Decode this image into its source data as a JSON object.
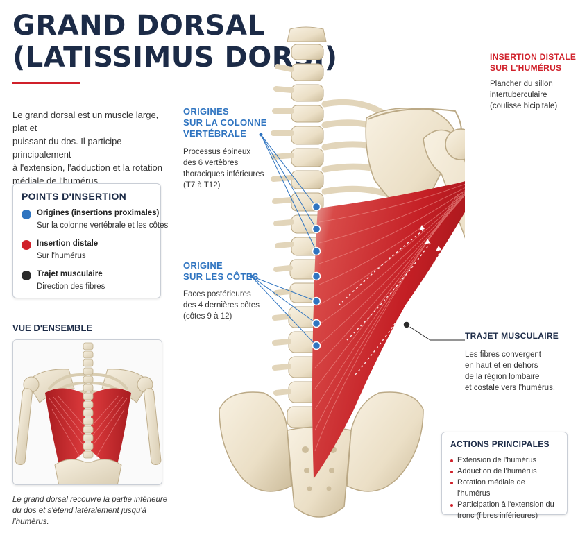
{
  "title": {
    "line1": "GRAND DORSAL",
    "line2": "(LATISSIMUS DORSI)"
  },
  "intro": [
    "Le grand dorsal est un muscle large, plat et",
    "puissant du dos. Il participe principalement",
    "à l'extension, l'adduction et la rotation",
    "médiale de l'humérus."
  ],
  "points": {
    "title": "POINTS D'INSERTION",
    "items": [
      {
        "label": "Origines (insertions proximales)",
        "detail": "Sur la colonne vertébrale et les côtes",
        "color": "#2f74c0"
      },
      {
        "label": "Insertion distale",
        "detail": "Sur l'humérus",
        "color": "#d0202a"
      },
      {
        "label": "Trajet musculaire",
        "detail": "Direction des fibres",
        "color": "#2b2b2b"
      }
    ]
  },
  "overview": {
    "title": "VUE D'ENSEMBLE",
    "caption": [
      "Le grand dorsal recouvre la partie inférieure",
      "du dos et s'étend latéralement jusqu'à l'humérus."
    ]
  },
  "callouts": {
    "spine": {
      "title": [
        "ORIGINES",
        "SUR LA COLONNE",
        "VERTÉBRALE"
      ],
      "body": [
        "Processus épineux",
        "des 6 vertèbres",
        "thoraciques inférieures",
        "(T7 à T12)"
      ]
    },
    "ribs": {
      "title": [
        "ORIGINE",
        "SUR LES CÔTES"
      ],
      "body": [
        "Faces postérieures",
        "des 4 dernières côtes",
        "(côtes 9 à 12)"
      ]
    },
    "distal": {
      "title": [
        "INSERTION DISTALE",
        "SUR L'HUMÉRUS"
      ],
      "body": [
        "Plancher du sillon",
        "intertuberculaire",
        "(coulisse bicipitale)"
      ]
    },
    "path": {
      "title": [
        "TRAJET MUSCULAIRE"
      ],
      "body": [
        "Les fibres convergent",
        "en haut et en dehors",
        "de la région lombaire",
        "et costale vers l'humérus."
      ]
    }
  },
  "actions": {
    "title": "ACTIONS PRINCIPALES",
    "items": [
      "Extension de l'humérus",
      "Adduction de l'humérus",
      "Rotation médiale de l'humérus",
      "Participation à l'extension du tronc (fibres inférieures)"
    ]
  },
  "colors": {
    "navy": "#1c2b47",
    "blue": "#2f74c0",
    "red": "#d0202a",
    "muscle": "#c8262a",
    "bone": "#efe6d3"
  }
}
